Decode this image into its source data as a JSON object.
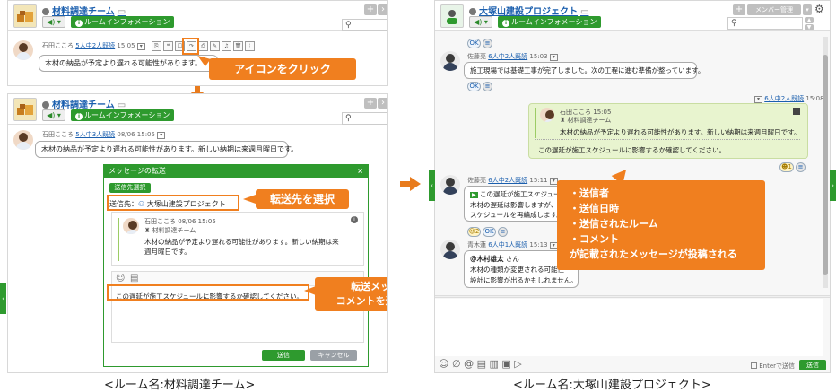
{
  "left_top": {
    "room_title": "材料調達チーム",
    "info_button": "ルームインフォメーション",
    "sender": "石田こころ",
    "read_status": "5人中2人既読",
    "time": "15:05",
    "message": "木材の納品が予定より遅れる可能性があります。",
    "callout": "アイコンをクリック"
  },
  "left_bottom": {
    "room_title": "材料調達チーム",
    "info_button": "ルームインフォメーション",
    "sender": "石田こころ",
    "read_status": "5人中3人既読",
    "datetime": "08/06 15:05",
    "message": "木材の納品が予定より遅れる可能性があります。新しい納期は来週月曜日です。",
    "dialog": {
      "title": "メッセージの転送",
      "select_button": "送信先選択",
      "dest_label": "送信先：",
      "dest_room": "大塚山建設プロジェクト",
      "quote_sender": "石田こころ",
      "quote_datetime": "08/06 15:05",
      "quote_room": "材料調達チーム",
      "quote_line1": "木材の納品が予定より遅れる可能性があります。新しい納期は来",
      "quote_line2": "週月曜日です。",
      "comment": "この遅延が施工スケジュールに影響するか確認してください。",
      "send_button": "送信",
      "cancel_button": "キャンセル"
    },
    "callout_dest": "転送先を選択",
    "callout_comment_line1": "転送メッセージに",
    "callout_comment_line2": "コメントを追加して送信"
  },
  "right": {
    "room_title": "大塚山建設プロジェクト",
    "info_button": "ルームインフォメーション",
    "member_button": "メンバー管理",
    "m1_sender": "佐藤亮",
    "m1_read": "6人中2人既読",
    "m1_time": "15:03",
    "m1_text": "施工現場では基礎工事が完了しました。次の工程に進む準備が整っています。",
    "mine_read": "6人中2人既読",
    "mine_time": "15:08",
    "fwd_sender": "石田こころ",
    "fwd_time": "15:05",
    "fwd_room": "材料調達チーム",
    "fwd_text": "木材の納品が予定より遅れる可能性があります。新しい納期は来週月曜日です。",
    "fwd_comment": "この遅延が施工スケジュールに影響するか確認してください。",
    "m2_sender": "佐藤亮",
    "m2_read": "6人中2人既読",
    "m2_time": "15:11",
    "m2_line1": "この遅延が施工スケジュー",
    "m2_line2": "木材の遅延は影響しますが、砂",
    "m2_line3": "スケジュールを再編成します。",
    "m3_sender": "青木蓮",
    "m3_read": "6人中1人既読",
    "m3_time": "15:13",
    "m3_mention": "@木村雄太",
    "m3_honorific": "さん",
    "m3_line1": "木材の種類が変更される可能性",
    "m3_line2": "設計に影響が出るかもしれません。",
    "enter_label": "Enterで送信",
    "send_button": "送信",
    "callout_line1": "・送信者",
    "callout_line2": "・送信日時",
    "callout_line3": "・送信されたルーム",
    "callout_line4": "・コメント",
    "callout_line5": "が記載されたメッセージが投稿される"
  },
  "captions": {
    "left": "<ルーム名:材料調達チーム>",
    "right": "<ルーム名:大塚山建設プロジェクト>"
  }
}
